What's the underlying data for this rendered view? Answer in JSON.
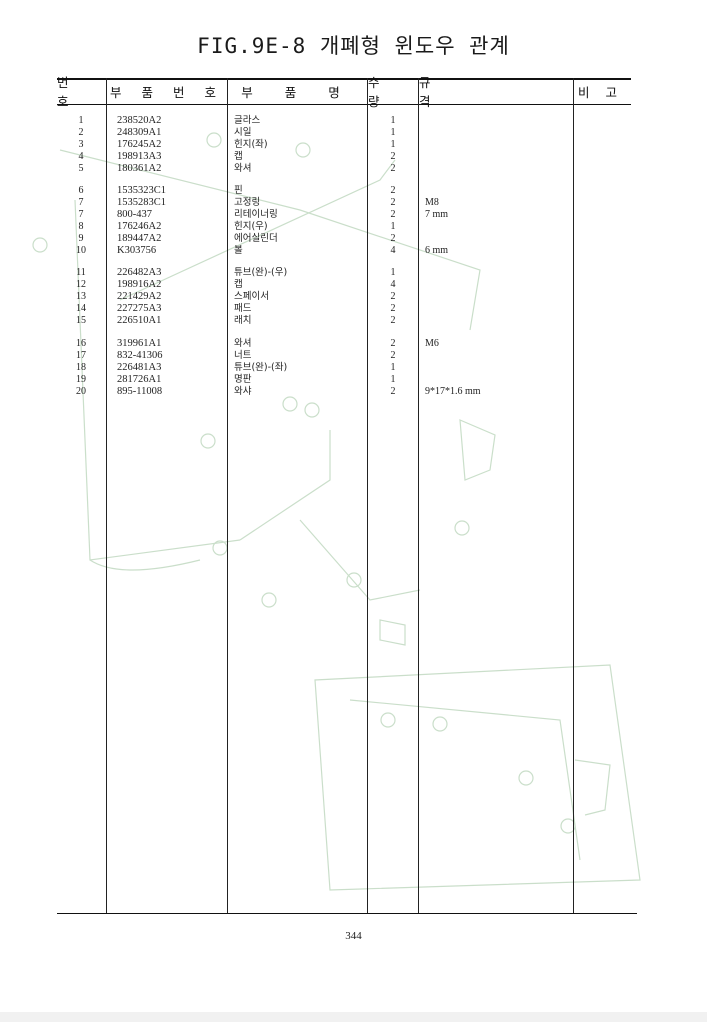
{
  "title": "FIG.9E-8 개폐형 윈도우 관계",
  "headers": {
    "no": "번 호",
    "part_no": "부 품 번 호",
    "name": "부 품 명",
    "qty": "수 량",
    "spec": "규 격",
    "remarks": "비 고"
  },
  "rows": [
    {
      "no": "1",
      "part_no": "238520A2",
      "name": "글라스",
      "qty": "1",
      "spec": ""
    },
    {
      "no": "2",
      "part_no": "248309A1",
      "name": "시일",
      "qty": "1",
      "spec": ""
    },
    {
      "no": "3",
      "part_no": "176245A2",
      "name": "힌지(좌)",
      "qty": "1",
      "spec": ""
    },
    {
      "no": "4",
      "part_no": "198913A3",
      "name": "캡",
      "qty": "2",
      "spec": ""
    },
    {
      "no": "5",
      "part_no": "180361A2",
      "name": "와셔",
      "qty": "2",
      "spec": ""
    },
    {
      "no": "6",
      "part_no": "1535323C1",
      "name": "핀",
      "qty": "2",
      "spec": ""
    },
    {
      "no": "7",
      "part_no": "1535283C1",
      "name": "고정링",
      "qty": "2",
      "spec": "M8"
    },
    {
      "no": "7",
      "part_no": "800-437",
      "name": "리테이너링",
      "qty": "2",
      "spec": "7 mm"
    },
    {
      "no": "8",
      "part_no": "176246A2",
      "name": "힌지(우)",
      "qty": "1",
      "spec": ""
    },
    {
      "no": "9",
      "part_no": "189447A2",
      "name": "에어실린더",
      "qty": "2",
      "spec": ""
    },
    {
      "no": "10",
      "part_no": "K303756",
      "name": "볼",
      "qty": "4",
      "spec": "6 mm"
    },
    {
      "no": "11",
      "part_no": "226482A3",
      "name": "튜브(완)-(우)",
      "qty": "1",
      "spec": ""
    },
    {
      "no": "12",
      "part_no": "198916A2",
      "name": "캡",
      "qty": "4",
      "spec": ""
    },
    {
      "no": "13",
      "part_no": "221429A2",
      "name": "스페이서",
      "qty": "2",
      "spec": ""
    },
    {
      "no": "14",
      "part_no": "227275A3",
      "name": "패드",
      "qty": "2",
      "spec": ""
    },
    {
      "no": "15",
      "part_no": "226510A1",
      "name": "래치",
      "qty": "2",
      "spec": ""
    },
    {
      "no": "16",
      "part_no": "319961A1",
      "name": "와셔",
      "qty": "2",
      "spec": "M6"
    },
    {
      "no": "17",
      "part_no": "832-41306",
      "name": "너트",
      "qty": "2",
      "spec": ""
    },
    {
      "no": "18",
      "part_no": "226481A3",
      "name": "튜브(완)-(좌)",
      "qty": "1",
      "spec": ""
    },
    {
      "no": "19",
      "part_no": "281726A1",
      "name": "명판",
      "qty": "1",
      "spec": ""
    },
    {
      "no": "20",
      "part_no": "895-11008",
      "name": "와샤",
      "qty": "2",
      "spec": "9*17*1.6 mm"
    }
  ],
  "page_number": "344"
}
